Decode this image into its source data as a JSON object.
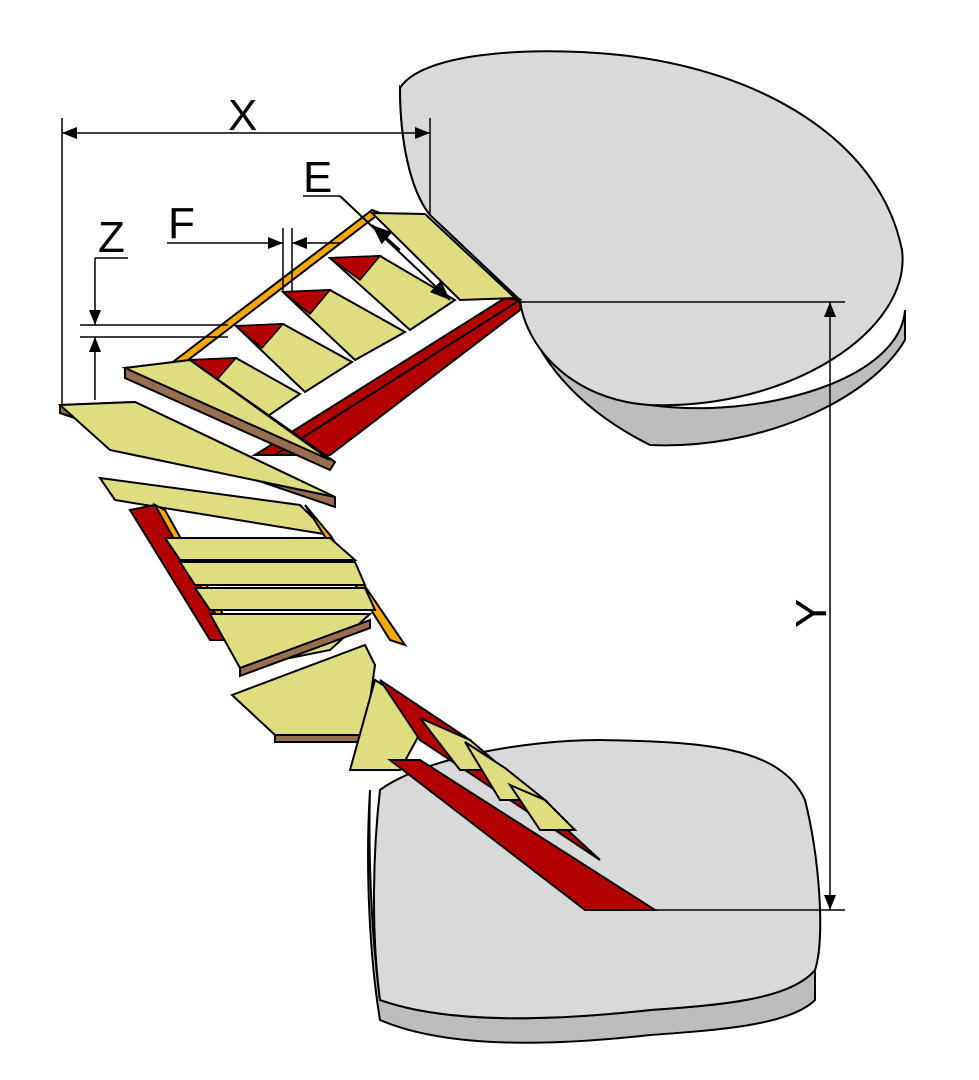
{
  "diagram": {
    "labels": {
      "x": "X",
      "y": "Y",
      "z": "Z",
      "f": "F",
      "e": "E"
    },
    "colors": {
      "floor": "#d9d9d9",
      "floor_side": "#bdbdbd",
      "tread": "#dede80",
      "tread_edge": "#96704e",
      "stringer": "#b30000",
      "stringer_edge": "#f5a800",
      "line": "#000000"
    }
  }
}
